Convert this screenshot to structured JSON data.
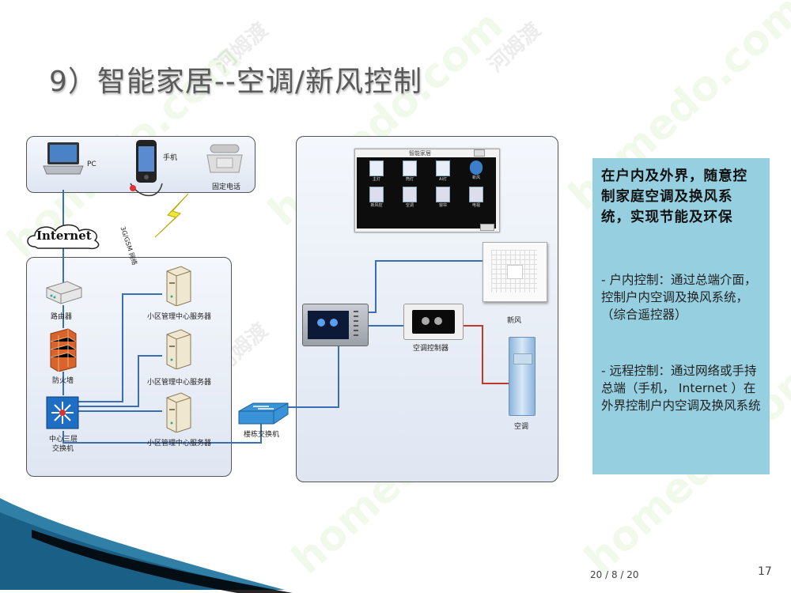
{
  "slide": {
    "title": "9）智能家居--空调/新风控制",
    "date": "20 / 8 / 20",
    "page_number": "17"
  },
  "diagram": {
    "internet": "Internet",
    "pc": "PC",
    "phone": "手机",
    "landline": "固定电话",
    "wireless_label": "3G/GSM 网络",
    "router": "路由器",
    "firewall": "防火墙",
    "core_switch_line1": "中心三层",
    "core_switch_line2": "交换机",
    "server_label": "小区管理中心服务器",
    "floor_switch": "楼栋交换机",
    "ac_controller": "空调控制器",
    "fresh_air": "新风",
    "ac_unit": "空调",
    "screen_title": "智能家居",
    "screen_icons": [
      "主灯",
      "筒灯",
      "AI灯",
      "新风",
      "新风控",
      "空调",
      "窗帘",
      "电视"
    ]
  },
  "info": {
    "heading": "在户内及外界，随意控制家庭空调及换风系统，实现节能及环保",
    "indoor": "- 户内控制：通过总端介面，控制户内空调及换风系统，（综合遥控器）",
    "remote": "- 远程控制：通过网络或手持总端（手机， Internet ）在外界控制户内空调及换风系统"
  },
  "watermark": {
    "brand": "homedo.com",
    "cn": "河姆渡"
  },
  "colors": {
    "line_blue": "#3a6fb3",
    "line_red": "#c0392b",
    "info_bg": "#95cfe0",
    "title": "#5a5a5a"
  }
}
